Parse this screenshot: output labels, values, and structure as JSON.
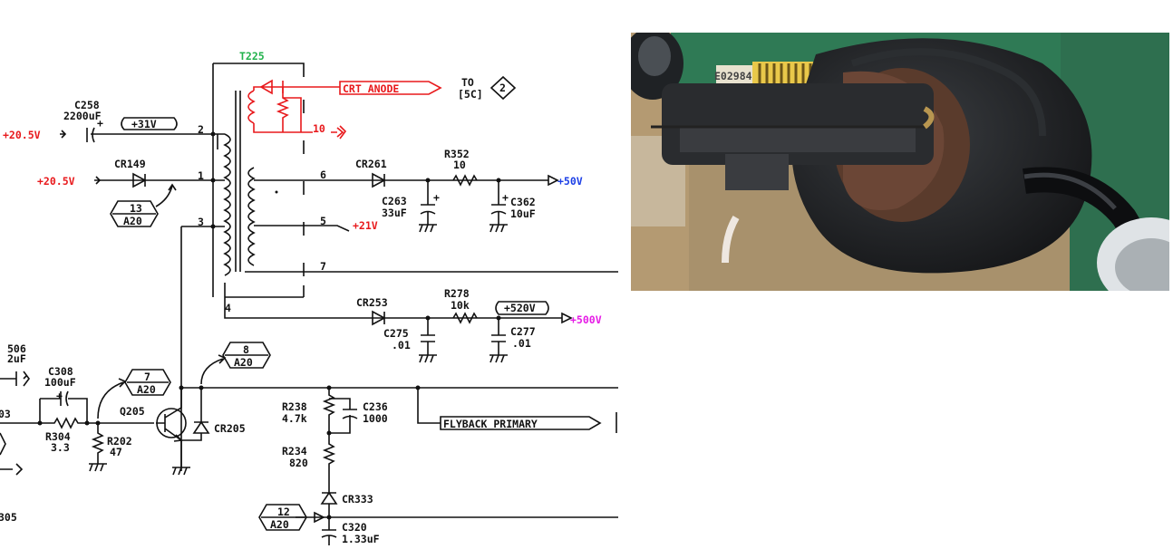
{
  "schematic": {
    "transformer": "T225",
    "pins": [
      "2",
      "1",
      "3",
      "4",
      "6",
      "5",
      "7",
      "10"
    ],
    "crt_anode": "CRT_ANODE",
    "to_ref": "TO",
    "to_ref_sub": "[5C]",
    "to_ref_num": "2",
    "c258_name": "C258",
    "c258_value": "2200uF",
    "v31": "+31V",
    "v20_top": "+20.5V",
    "cr149": "CR149",
    "v20_mid": "+20.5V",
    "ref13_top": "13",
    "ref13_bot": "A20",
    "cr261": "CR261",
    "r352_name": "R352",
    "r352_value": "10",
    "v50": "+50V",
    "c263_name": "C263",
    "c263_value": "33uF",
    "c362_name": "C362",
    "c362_value": "10uF",
    "v21": "+21V",
    "cr253": "CR253",
    "r278_name": "R278",
    "r278_value": "10k",
    "v520": "+520V",
    "v500": "+500V",
    "c275_name": "C275",
    "c275_value": ".01",
    "c277_name": "C277",
    "c277_value": ".01",
    "c506_name": "506",
    "c506_value": "2uF",
    "c308_name": "C308",
    "c308_value": "100uF",
    "ref7_top": "7",
    "ref7_bot": "A20",
    "ref8_top": "8",
    "ref8_bot": "A20",
    "q205": "Q205",
    "cr205": "CR205",
    "r304_name": "R304",
    "r304_value": "3.3",
    "r202_name": "R202",
    "r202_value": "47",
    "cut_03": "03",
    "cut_305": "305",
    "r238_name": "R238",
    "r238_value": "4.7k",
    "c236_name": "C236",
    "c236_value": "1000",
    "r234_name": "R234",
    "r234_value": "820",
    "flyback": "FLYBACK_PRIMARY",
    "cr333": "CR333",
    "ref12_top": "12",
    "ref12_bot": "A20",
    "c320_name": "C320",
    "c320_value": "1.33uF",
    "photo_label": "E029840"
  }
}
